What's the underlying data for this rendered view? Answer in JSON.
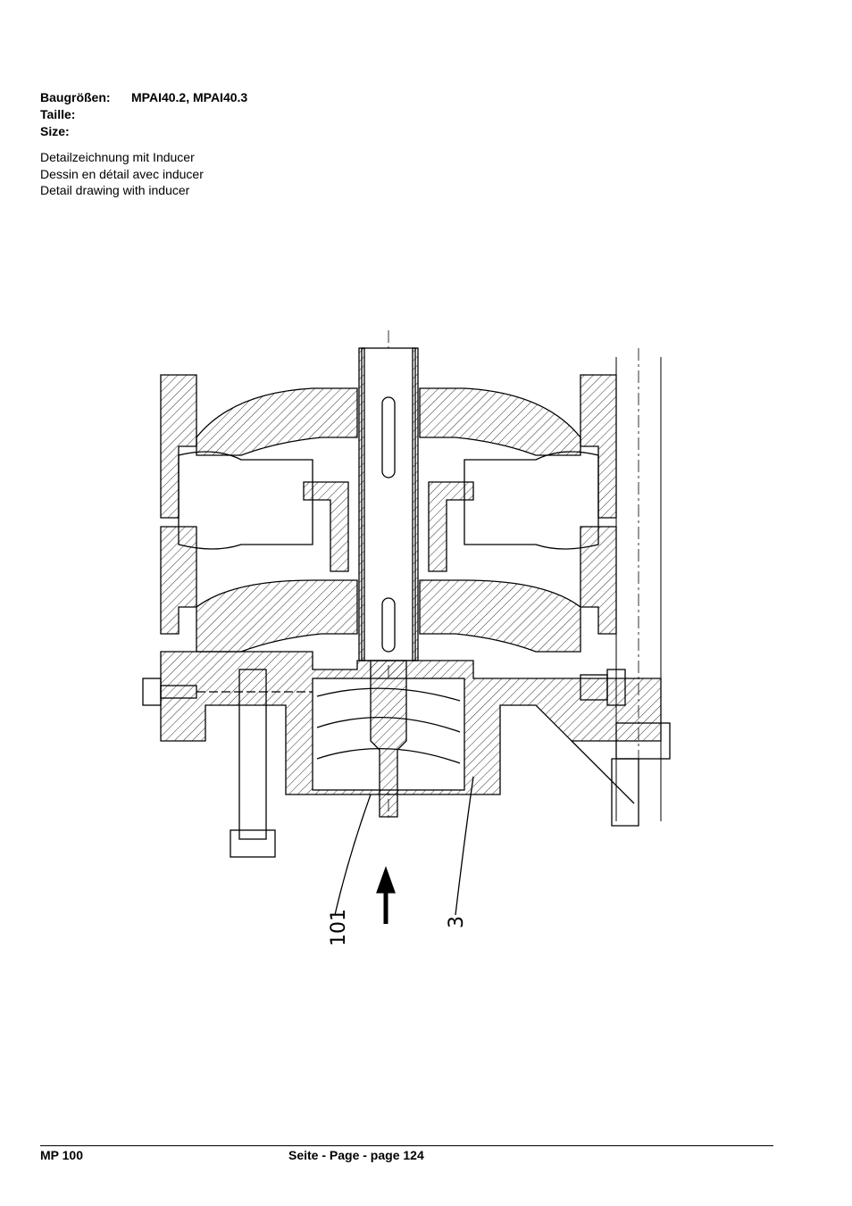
{
  "header": {
    "size_label_de": "Baugrößen:",
    "size_value": "MPAI40.2, MPAI40.3",
    "size_label_fr": "Taille:",
    "size_label_en": "Size:"
  },
  "description": {
    "de": "Detailzeichnung mit Inducer",
    "fr": "Dessin en détail avec inducer",
    "en": "Detail drawing with inducer"
  },
  "drawing": {
    "callouts": [
      "101",
      "3"
    ]
  },
  "footer": {
    "doc_id": "MP 100",
    "page": "Seite - Page - page 124"
  }
}
